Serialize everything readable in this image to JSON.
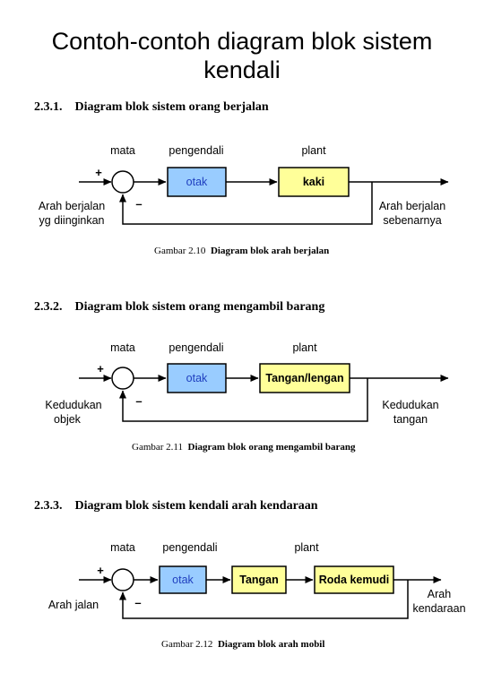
{
  "slide_title_line1": "Contoh-contoh diagram blok sistem",
  "slide_title_line2": "kendali",
  "sections": [
    {
      "heading_num": "2.3.1.",
      "heading_text": "Diagram blok sistem orang berjalan",
      "sensor_label": "mata",
      "controller_label": "pengendali",
      "plant_label": "plant",
      "controller_block": "otak",
      "plant_blocks": [
        "kaki"
      ],
      "input_label": [
        "Arah berjalan",
        "yg diinginkan"
      ],
      "output_label": [
        "Arah berjalan",
        "sebenarnya"
      ],
      "plus": "+",
      "minus": "–",
      "caption_num": "Gambar 2.10",
      "caption_text": "Diagram blok arah berjalan"
    },
    {
      "heading_num": "2.3.2.",
      "heading_text": "Diagram blok sistem orang mengambil barang",
      "sensor_label": "mata",
      "controller_label": "pengendali",
      "plant_label": "plant",
      "controller_block": "otak",
      "plant_blocks": [
        "Tangan/lengan"
      ],
      "input_label": [
        "Kedudukan",
        "objek"
      ],
      "output_label": [
        "Kedudukan",
        "tangan"
      ],
      "plus": "+",
      "minus": "–",
      "caption_num": "Gambar 2.11",
      "caption_text": "Diagram blok orang mengambil barang"
    },
    {
      "heading_num": "2.3.3.",
      "heading_text": "Diagram blok sistem kendali arah kendaraan",
      "sensor_label": "mata",
      "controller_label": "pengendali",
      "plant_label": "plant",
      "controller_block": "otak",
      "plant_blocks": [
        "Tangan",
        "Roda kemudi"
      ],
      "input_label": [
        "Arah jalan"
      ],
      "output_label": [
        "Arah",
        "kendaraan"
      ],
      "plus": "+",
      "minus": "–",
      "caption_num": "Gambar 2.12",
      "caption_text": "Diagram blok arah mobil"
    }
  ],
  "colors": {
    "controller_fill": "#99ccff",
    "plant_fill": "#ffff99",
    "controller_text": "#1f3fbf",
    "plant_text": "#000000",
    "line": "#000000"
  }
}
